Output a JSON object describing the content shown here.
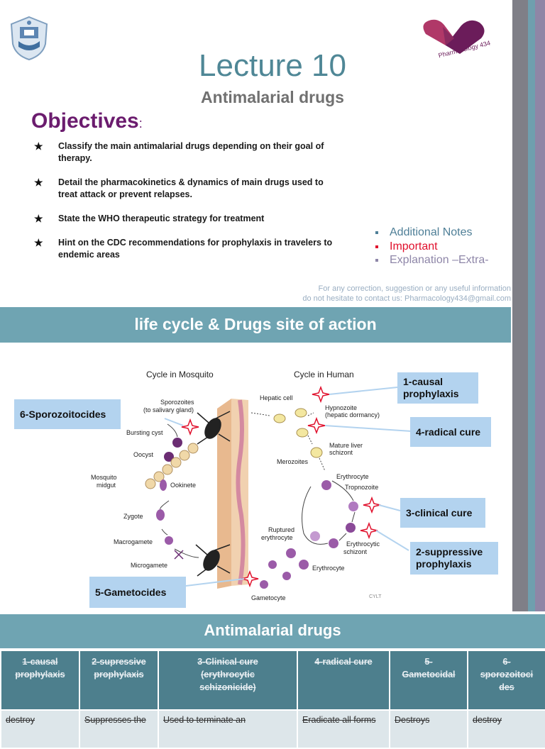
{
  "header": {
    "logo_text": "Pharmacology 434",
    "title": "Lecture 10",
    "subtitle": "Antimalarial drugs"
  },
  "objectives": {
    "heading": "Objectives",
    "colon": ":",
    "items": [
      "Classify the main antimalarial drugs depending on their goal of therapy.",
      "Detail the pharmacokinetics & dynamics of main drugs used to treat attack or prevent relapses.",
      "State the WHO therapeutic strategy for treatment",
      "Hint on the CDC recommendations for prophylaxis in travelers to endemic areas"
    ]
  },
  "legend": {
    "items": [
      {
        "label": "Additional Notes",
        "color": "#4f7f97"
      },
      {
        "label": "Important",
        "color": "#e0102c"
      },
      {
        "label": "Explanation –Extra-",
        "color": "#8e86a8"
      }
    ]
  },
  "contact": {
    "line1": "For any correction, suggestion or any useful information",
    "line2": "do not hesitate to contact us: Pharmacology434@gmail.com"
  },
  "section1": {
    "title": "life cycle & Drugs site of action"
  },
  "diagram": {
    "cycle_mosquito": "Cycle in Mosquito",
    "cycle_human": "Cycle in Human",
    "labels": {
      "sporozoites": "Sporozoites",
      "salivary": "(to salivary gland)",
      "bursting_cyst": "Bursting cyst",
      "oocyst": "Oocyst",
      "mosquito": "Mosquito",
      "midgut": "midgut",
      "ookinete": "Ookinete",
      "zygote": "Zygote",
      "macrogamete": "Macrogamete",
      "microgamete": "Microgamete",
      "hepatic_cell": "Hepatic cell",
      "hypnozoite": "Hypnozoite",
      "hepatic_dormancy": "(hepatic dormancy)",
      "mature": "Mature liver",
      "schizont": "schizont",
      "merozoites": "Merozoites",
      "erythrocyte": "Erythrocyte",
      "tropnozoite": "Tropnozoite",
      "ruptured": "Ruptured",
      "ruptured2": "erythrocyte",
      "ery_schizont": "Erythrocytic",
      "ery_schizont2": "schizont",
      "erythrocyte2": "Erythrocyte",
      "gametocyte": "Gametocyte",
      "credit": "CYLT"
    },
    "callouts": {
      "c1a": "1-causal",
      "c1b": "prophylaxis",
      "c4": "4-radical cure",
      "c3": "3-clinical cure",
      "c2a": "2-suppressive",
      "c2b": "prophylaxis",
      "c6": "6-Sporozoitocides",
      "c5": "5-Gametocides"
    }
  },
  "section2": {
    "title": "Antimalarial drugs"
  },
  "table": {
    "headers": [
      [
        "1-causal",
        "prophylaxis"
      ],
      [
        "2-supressive",
        "prophylaxis"
      ],
      [
        "3-Clinical cure",
        "(erythrocytic",
        "schizonicide)"
      ],
      [
        "4-radical cure"
      ],
      [
        "5-",
        "Gametocidal"
      ],
      [
        "6-",
        "sporozoitoci",
        "des"
      ]
    ],
    "row1": [
      "destroy",
      "Suppresses the",
      "Used to terminate  an",
      "Eradicate all forms",
      "Destroys",
      "destroy"
    ]
  }
}
